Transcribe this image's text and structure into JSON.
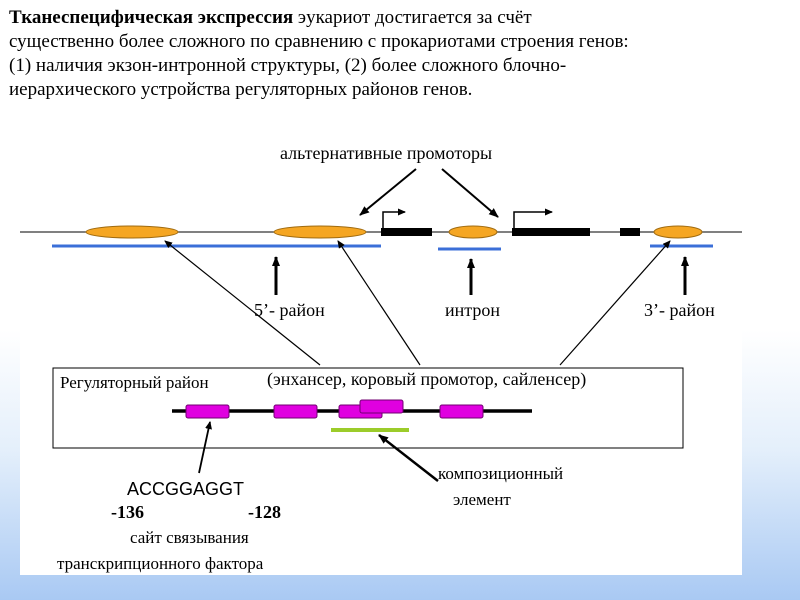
{
  "intro": {
    "bold": "Тканеспецифическая экспрессия",
    "line1_rest": " эукариот достигается за счёт",
    "line2": "существенно более сложного по сравнению с прокариотами строения генов:",
    "line3": "(1) наличия экзон-интронной структуры, (2) более сложного блочно-",
    "line4": "иерархического устройства регуляторных районов генов."
  },
  "diagram": {
    "alt_promoters": "альтернативные промоторы",
    "region_5": "5’- район",
    "intron": "интрон",
    "region_3": "3’- район",
    "box_title": "Регуляторный район",
    "box_subtitle": "(энхансер, коровый промотор, сайленсер)",
    "composite_line1": "композиционный",
    "composite_line2": "элемент",
    "sequence": "ACCGGAGGT",
    "pos_start": "-136",
    "pos_end": "-128",
    "site_line1": "сайт связывания",
    "site_line2": "транскрипционного фактора"
  },
  "colors": {
    "enhancer_fill": "#f5a623",
    "regulatory_line": "#3b6fd8",
    "binding_site": "#e000e0",
    "composite_bar": "#9ccc2a"
  }
}
